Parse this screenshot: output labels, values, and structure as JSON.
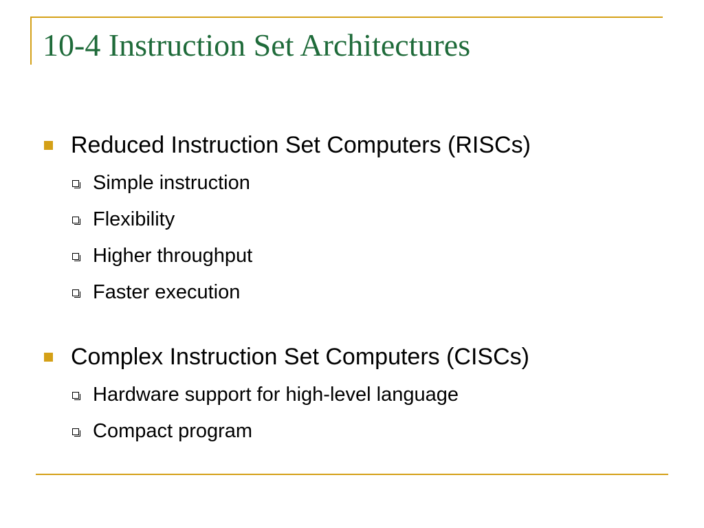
{
  "slide": {
    "title": "10-4 Instruction Set Architectures",
    "colors": {
      "title": "#1f6b3a",
      "accent": "#d4a017",
      "text": "#000000"
    },
    "sections": [
      {
        "heading": "Reduced Instruction Set Computers  (RISCs)",
        "items": [
          "Simple instruction",
          "Flexibility",
          "Higher throughput",
          "Faster execution"
        ]
      },
      {
        "heading": "Complex Instruction Set Computers (CISCs)",
        "items": [
          "Hardware support for high-level language",
          "Compact program"
        ]
      }
    ]
  }
}
